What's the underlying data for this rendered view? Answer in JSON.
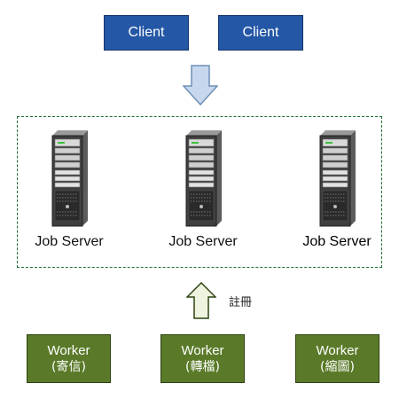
{
  "clients": [
    {
      "label": "Client"
    },
    {
      "label": "Client"
    }
  ],
  "servers": [
    {
      "label": "Job Server"
    },
    {
      "label": "Job Server"
    },
    {
      "label": "Job Server"
    }
  ],
  "register_label": "註冊",
  "workers": [
    {
      "label": "Worker",
      "task": "(寄信)"
    },
    {
      "label": "Worker",
      "task": "(轉檔)"
    },
    {
      "label": "Worker",
      "task": "(縮圖)"
    }
  ],
  "colors": {
    "client_fill": "#2457a5",
    "worker_fill": "#5a7a29",
    "cluster_border": "#1f6b2f",
    "down_arrow_fill": "#c7d8ee",
    "up_arrow_fill": "#eef4df"
  }
}
